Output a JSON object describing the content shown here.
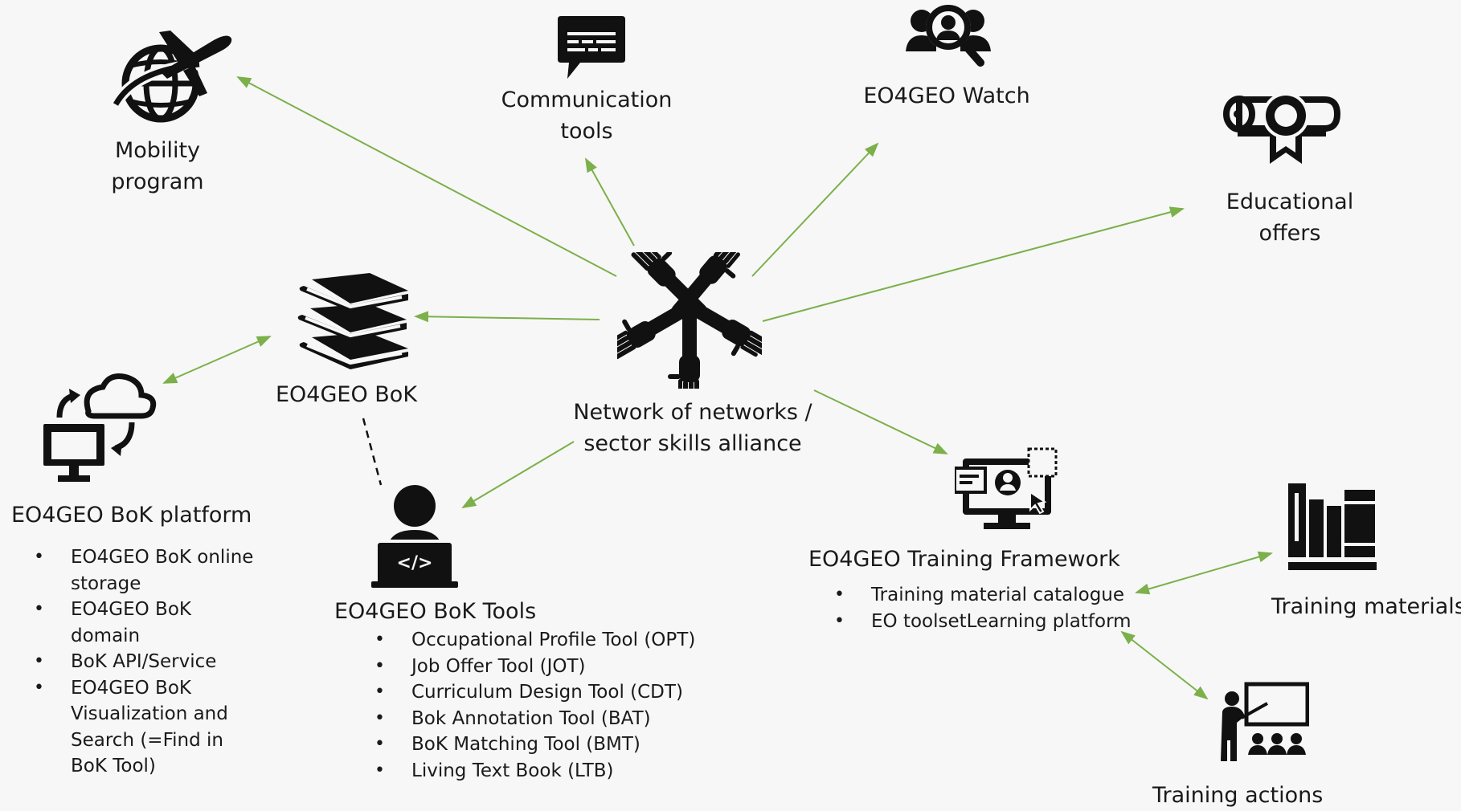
{
  "colors": {
    "arrow": "#7bb04a",
    "icon": "#111111",
    "background": "#f7f7f7"
  },
  "center": {
    "label_line1": "Network of networks /",
    "label_line2": "sector skills alliance",
    "icon": "hands-circle-icon"
  },
  "mobility": {
    "label_line1": "Mobility",
    "label_line2": "program",
    "icon": "globe-airplane-icon"
  },
  "communication": {
    "label_line1": "Communication",
    "label_line2": "tools",
    "icon": "chat-bubble-icon"
  },
  "watch": {
    "label": "EO4GEO Watch",
    "icon": "people-search-icon"
  },
  "educational": {
    "label_line1": "Educational",
    "label_line2": "offers",
    "icon": "diploma-icon"
  },
  "bok": {
    "label": "EO4GEO BoK",
    "icon": "book-stack-icon"
  },
  "platform": {
    "label": "EO4GEO BoK platform",
    "icon": "cloud-sync-monitor-icon",
    "items": [
      {
        "line1": "EO4GEO BoK online",
        "line2": "storage"
      },
      {
        "line1": "EO4GEO BoK",
        "line2": "domain"
      },
      {
        "line1": "BoK API/Service"
      },
      {
        "line1": "EO4GEO BoK",
        "line2": "Visualization and",
        "line3": "Search (=Find in",
        "line4": "BoK Tool)"
      }
    ]
  },
  "tools": {
    "label": "EO4GEO BoK Tools",
    "icon": "developer-laptop-icon",
    "items": [
      "Occupational Profile Tool (OPT)",
      "Job Offer Tool (JOT)",
      "Curriculum Design Tool (CDT)",
      "Bok Annotation Tool (BAT)",
      "BoK Matching Tool (BMT)",
      "Living Text Book (LTB)"
    ]
  },
  "framework": {
    "label": "EO4GEO Training Framework",
    "icon": "e-learning-monitor-icon",
    "items": [
      "Training material catalogue",
      "EO toolsetLearning platform"
    ]
  },
  "materials": {
    "label": "Training materials",
    "icon": "library-books-icon"
  },
  "actions": {
    "label": "Training actions",
    "icon": "teacher-class-icon"
  }
}
